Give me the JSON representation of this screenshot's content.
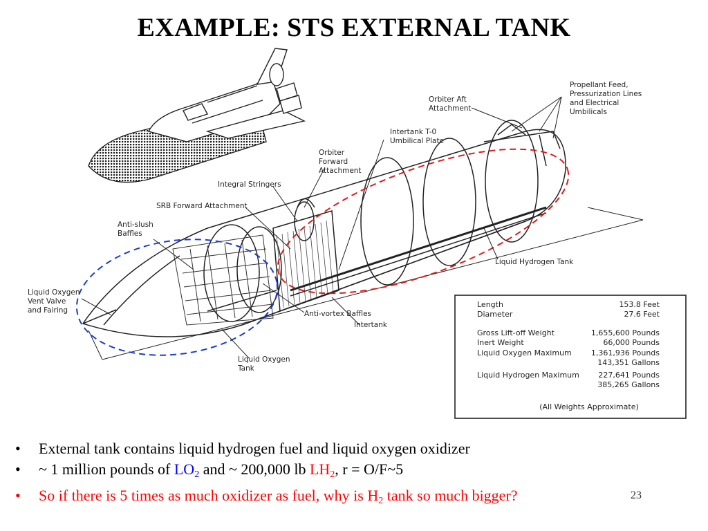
{
  "slide": {
    "title": "EXAMPLE: STS EXTERNAL TANK",
    "page_number": "23"
  },
  "diagram": {
    "labels": {
      "orbiter_aft": [
        "Orbiter Aft",
        "Attachment"
      ],
      "propellant_feed": [
        "Propellant Feed,",
        "Pressurization Lines",
        "and Electrical",
        "Umbilicals"
      ],
      "intertank_t0": [
        "Intertank T-0",
        "Umbilical Plate"
      ],
      "orbiter_forward": [
        "Orbiter",
        "Forward",
        "Attachment"
      ],
      "integral_stringers": [
        "Integral Stringers"
      ],
      "srb_forward": [
        "SRB Forward Attachment"
      ],
      "anti_slush": [
        "Anti-slush",
        "Baffles"
      ],
      "lox_vent": [
        "Liquid Oxygen",
        "Vent Valve",
        "and Fairing"
      ],
      "anti_vortex": [
        "Anti-vortex Baffles"
      ],
      "intertank": [
        "Intertank"
      ],
      "lox_tank": [
        "Liquid Oxygen",
        "Tank"
      ],
      "lh2_tank": [
        "Liquid Hydrogen Tank"
      ]
    },
    "specs": [
      {
        "label": "Length",
        "values": [
          "153.8 Feet"
        ]
      },
      {
        "label": "Diameter",
        "values": [
          "27.6 Feet"
        ]
      },
      {
        "label": "Gross Lift-off Weight",
        "values": [
          "1,655,600 Pounds"
        ]
      },
      {
        "label": "Inert Weight",
        "values": [
          "66,000 Pounds"
        ]
      },
      {
        "label": "Liquid Oxygen Maximum",
        "values": [
          "1,361,936 Pounds",
          "143,351 Gallons"
        ]
      },
      {
        "label": "Liquid Hydrogen Maximum",
        "values": [
          "227,641 Pounds",
          "385,265 Gallons"
        ]
      }
    ],
    "specs_note": "(All Weights Approximate)",
    "colors": {
      "lox_outline": "#1a3ccf",
      "lh2_outline": "#e01818",
      "line": "#222222"
    }
  },
  "bullets": {
    "b1": "External tank contains liquid hydrogen fuel and liquid oxygen oxidizer",
    "b2_pre": "~ 1 million pounds of ",
    "b2_lo": "LO",
    "b2_lo_sub": "2",
    "b2_mid": " and ~ 200,000 lb ",
    "b2_lh": "LH",
    "b2_lh_sub": "2",
    "b2_post": ", r = O/F~5",
    "b3_pre": "So if there is 5 times as much oxidizer as fuel, why is H",
    "b3_sub": "2",
    "b3_post": " tank so much bigger?"
  }
}
